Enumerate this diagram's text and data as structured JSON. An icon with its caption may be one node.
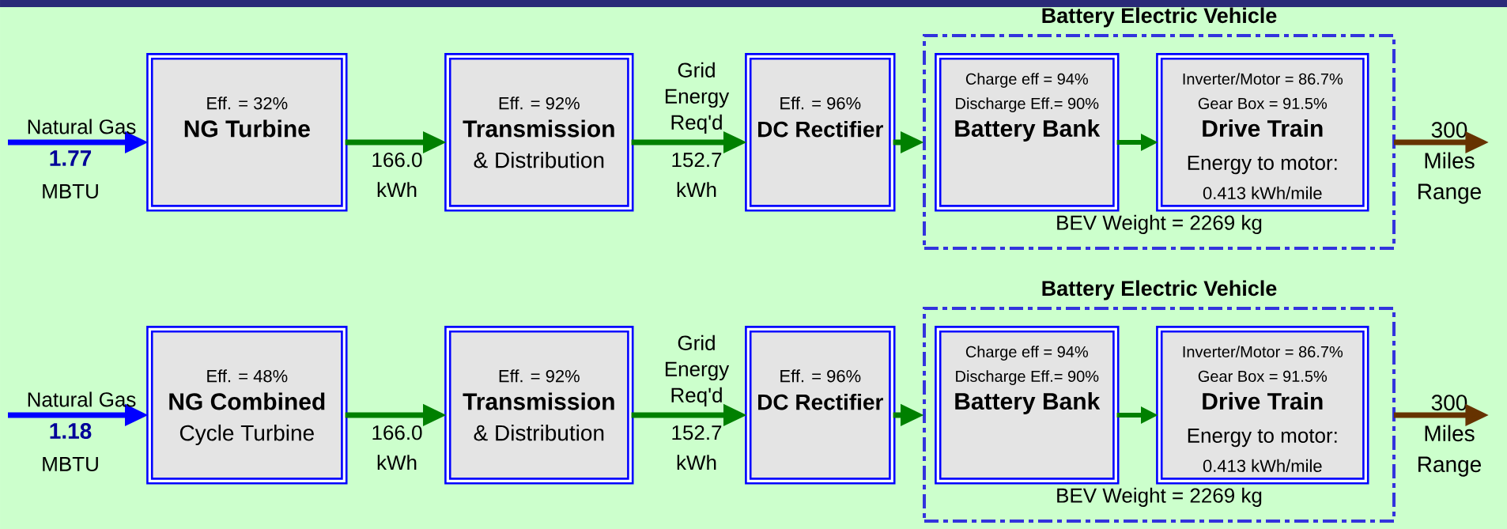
{
  "diagram": {
    "nodes": [
      {
        "text": [
          "Eff. = 32%",
          "NG Turbine"
        ]
      },
      {
        "text": [
          "Eff. = 92%",
          "Transmission",
          "& Distribution"
        ]
      },
      {
        "text": [
          "Eff. = 96%",
          "DC Rectifier"
        ]
      },
      {
        "text": [
          "Battery Electric Vehicle",
          "BEV Weight = 2269 kg"
        ]
      },
      {
        "text": [
          "Charge eff = 94%",
          "Discharge Eff.= 90%",
          "Battery Bank"
        ],
        "in": 3
      },
      {
        "text": [
          "Inverter/Motor = 86.7%",
          "Gear Box = 91.5%",
          "Drive Train",
          "Energy to motor:",
          "0.413 kWh/mile"
        ],
        "in": 3
      },
      {
        "text": [
          "300 Miles Range"
        ]
      },
      {
        "text": [
          "Eff. = 48%",
          "NG Combined",
          "Cycle Turbine"
        ]
      },
      {
        "text": [
          "Eff. = 92%",
          "Transmission",
          "& Distribution"
        ]
      },
      {
        "text": [
          "Eff. = 96%",
          "DC Rectifier"
        ]
      },
      {
        "text": [
          "Battery Electric Vehicle",
          "BEV Weight = 2269 kg"
        ]
      },
      {
        "text": [
          "Charge eff = 94%",
          "Discharge Eff.= 90%",
          "Battery Bank"
        ],
        "in": 10
      },
      {
        "text": [
          "Inverter/Motor = 86.7%",
          "Gear Box = 91.5%",
          "Drive Train",
          "Energy to motor:",
          "0.413 kWh/mile"
        ],
        "in": 10
      },
      {
        "text": [
          "300 Miles Range"
        ]
      }
    ],
    "edges": [
      {
        "from": null,
        "to": 0,
        "arrow": "to",
        "color": "#0000ff"
      },
      {
        "from": 0,
        "to": 1,
        "arrow": "to"
      },
      {
        "from": 1,
        "to": 2,
        "arrow": "to"
      },
      {
        "from": 2,
        "to": 3,
        "arrow": "to"
      },
      {
        "from": 4,
        "to": 5,
        "arrow": "to"
      },
      {
        "from": 3,
        "to": 6,
        "arrow": "to",
        "color": "#663300"
      },
      {
        "from": null,
        "to": 7,
        "arrow": "to",
        "color": "#0000ff"
      },
      {
        "from": 7,
        "to": 8,
        "arrow": "to"
      },
      {
        "from": 8,
        "to": 9,
        "arrow": "to"
      },
      {
        "from": 9,
        "to": 10,
        "arrow": "to"
      },
      {
        "from": 11,
        "to": 12,
        "arrow": "to"
      },
      {
        "from": 10,
        "to": 13,
        "arrow": "to",
        "color": "#663300"
      }
    ],
    "labels": [
      "Natural Gas",
      "1.77",
      "MBTU",
      "166.0 kWh",
      "Grid Energy Req'd",
      "152.7 kWh",
      "Natural Gas",
      "1.18",
      "MBTU",
      "166.0 kWh",
      "Grid Energy Req'd",
      "152.7 kWh"
    ]
  }
}
